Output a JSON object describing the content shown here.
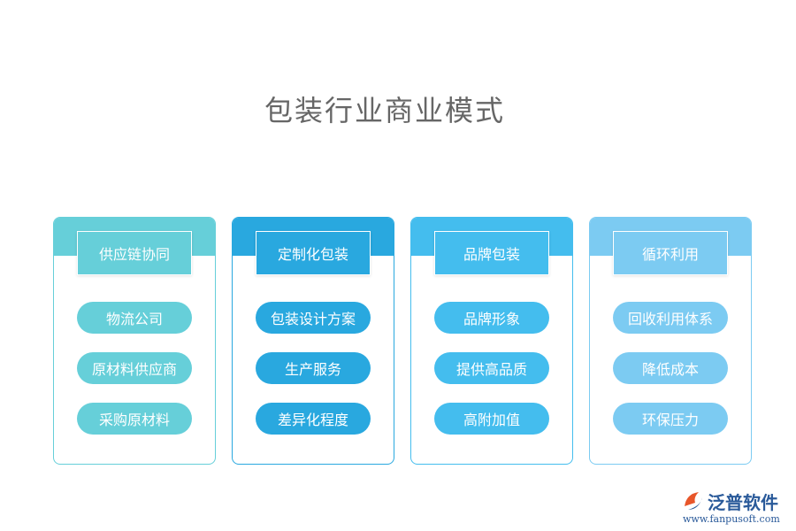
{
  "title": "包装行业商业模式",
  "columns": [
    {
      "header": "供应链协同",
      "items": [
        "物流公司",
        "原材料供应商",
        "采购原材料"
      ],
      "color": "#66cfd9"
    },
    {
      "header": "定制化包装",
      "items": [
        "包装设计方案",
        "生产服务",
        "差异化程度"
      ],
      "color": "#29a8df"
    },
    {
      "header": "品牌包装",
      "items": [
        "品牌形象",
        "提供高品质",
        "高附加值"
      ],
      "color": "#44bdee"
    },
    {
      "header": "循环利用",
      "items": [
        "回收利用体系",
        "降低成本",
        "环保压力"
      ],
      "color": "#7ccbf2"
    }
  ],
  "logo": {
    "name": "泛普软件",
    "url": "www.fanpusoft.com",
    "icon": "fanpu-logo-icon"
  }
}
